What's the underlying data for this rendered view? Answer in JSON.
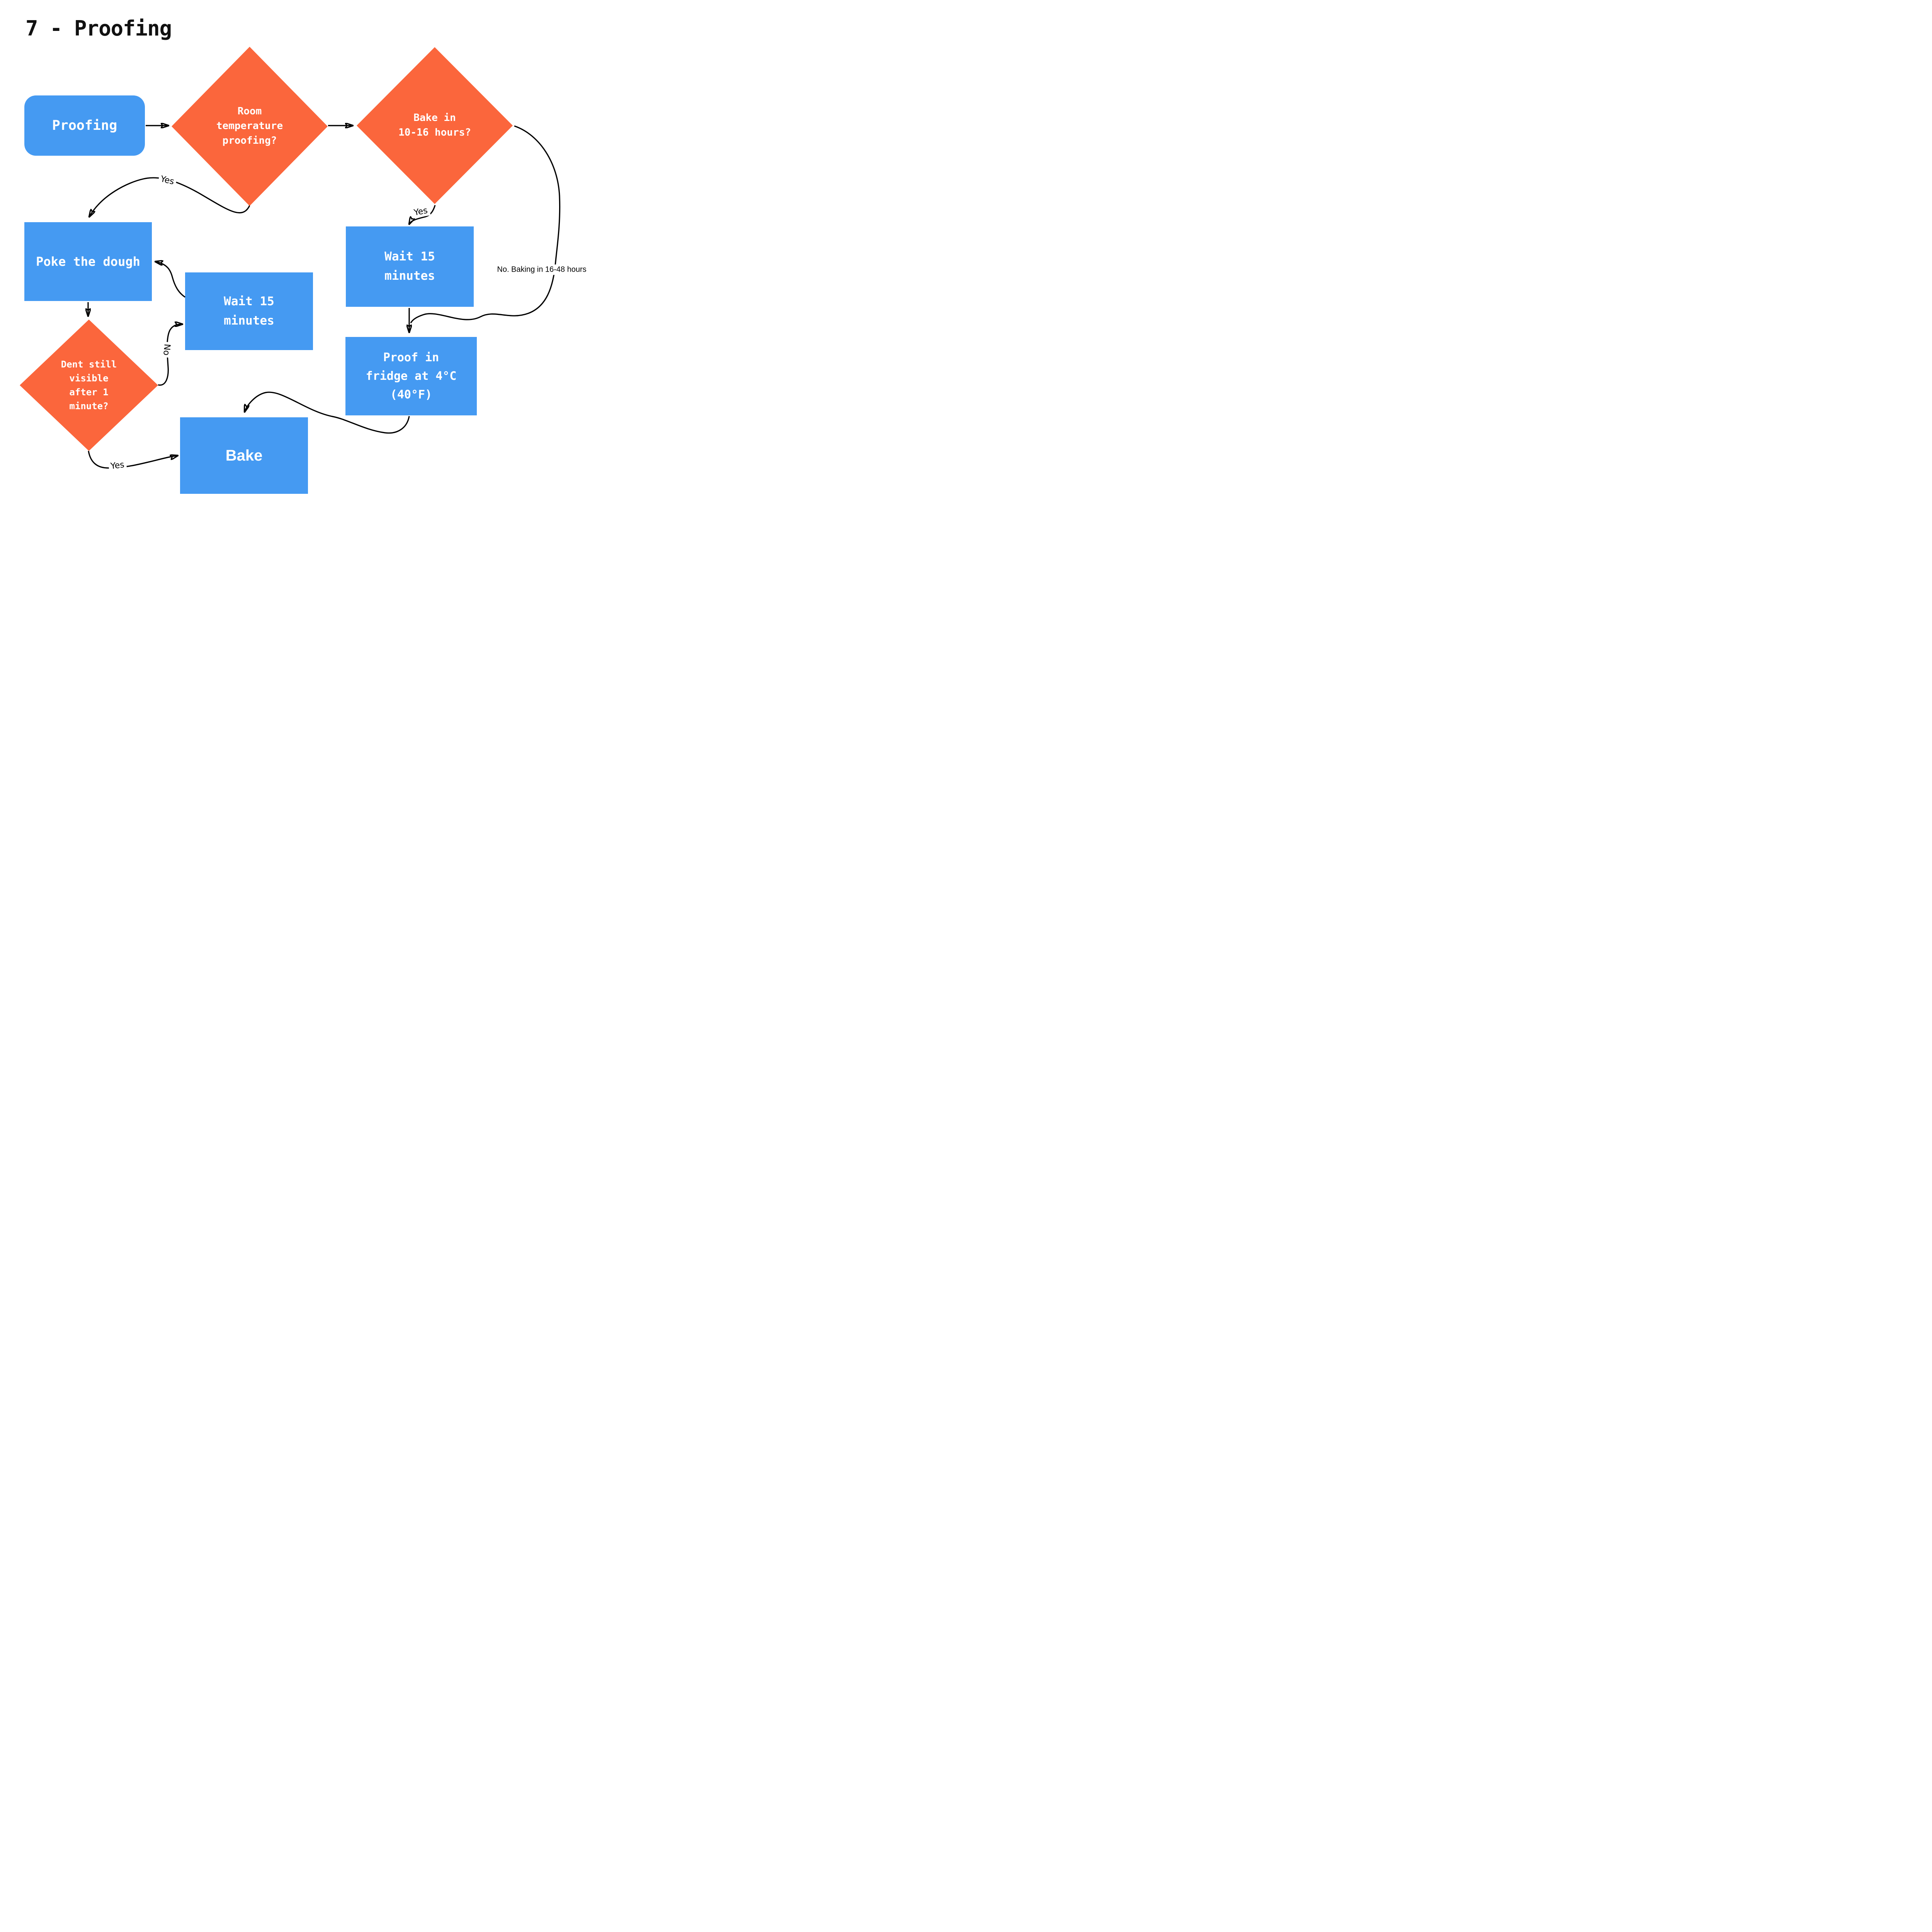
{
  "title": "7 - Proofing",
  "colors": {
    "process_fill": "#459AF2",
    "decision_fill": "#FB663C",
    "node_text": "#FFFFFF",
    "edge_line": "#000000",
    "label_text": "#000000",
    "title_text": "#111111",
    "background": "#FFFFFF"
  },
  "nodes": {
    "start": {
      "type": "start-terminator",
      "label": "Proofing"
    },
    "room_temp": {
      "type": "decision",
      "lines": [
        "Room",
        "temperature",
        "proofing?"
      ]
    },
    "bake_timing": {
      "type": "decision",
      "lines": [
        "Bake in",
        "10-16 hours?"
      ]
    },
    "poke": {
      "type": "process",
      "label": "Poke the dough"
    },
    "wait_center": {
      "type": "process",
      "lines": [
        "Wait 15",
        "minutes"
      ]
    },
    "wait_right": {
      "type": "process",
      "lines": [
        "Wait 15",
        "minutes"
      ]
    },
    "dent": {
      "type": "decision",
      "lines": [
        "Dent still",
        "visible",
        "after 1",
        "minute?"
      ]
    },
    "fridge": {
      "type": "process",
      "lines": [
        "Proof in",
        "fridge at 4°C",
        "(40°F)"
      ]
    },
    "bake": {
      "type": "process",
      "label": "Bake"
    }
  },
  "edge_labels": {
    "room_temp_yes": "Yes",
    "bake_timing_yes": "Yes",
    "bake_timing_no": "No. Baking in 16-48 hours",
    "dent_no": "No",
    "dent_yes": "Yes"
  }
}
